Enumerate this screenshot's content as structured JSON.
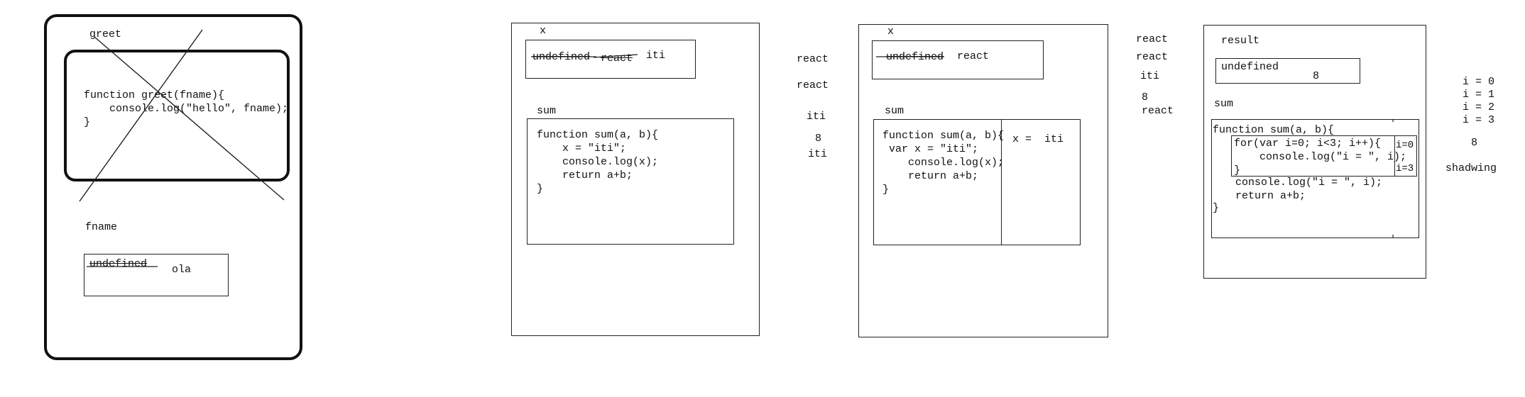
{
  "panel1": {
    "greet_label": "greet",
    "greet_code": "function greet(fname){\n    console.log(\"hello\", fname);\n}",
    "fname_label": "fname",
    "fname_old": "undefined",
    "fname_new": "ola"
  },
  "panel2": {
    "x_label": "x",
    "x_old1": "undefined",
    "x_old2": "react",
    "x_new": "iti",
    "sum_label": "sum",
    "sum_code": "function sum(a, b){\n    x = \"iti\";\n    console.log(x);\n    return a+b;\n}",
    "output": [
      "react",
      "react",
      "iti",
      "8",
      "iti"
    ]
  },
  "panel3": {
    "x_label": "x",
    "x_old": "undefined",
    "x_new": "react",
    "sum_label": "sum",
    "sum_code": "function sum(a, b){\n var x = \"iti\";\n    console.log(x);\n    return a+b;\n}",
    "local_x": "x =  iti",
    "output": [
      "react",
      "react",
      "iti",
      "8",
      "react"
    ]
  },
  "panel4": {
    "result_label": "result",
    "result_old": "undefined",
    "result_new": "8",
    "sum_label": "sum",
    "sum_line1": "function sum(a, b){",
    "for_code": "for(var i=0; i<3; i++){\n    console.log(\"i = \", i);\n}",
    "i_start": "i=0",
    "i_end": "i=3",
    "sum_rest": "console.log(\"i = \", i);\nreturn a+b;",
    "sum_close": "}",
    "output": [
      "i = 0",
      "i = 1",
      "i = 2",
      "i = 3"
    ],
    "result_out": "8",
    "note": "shadwing"
  }
}
